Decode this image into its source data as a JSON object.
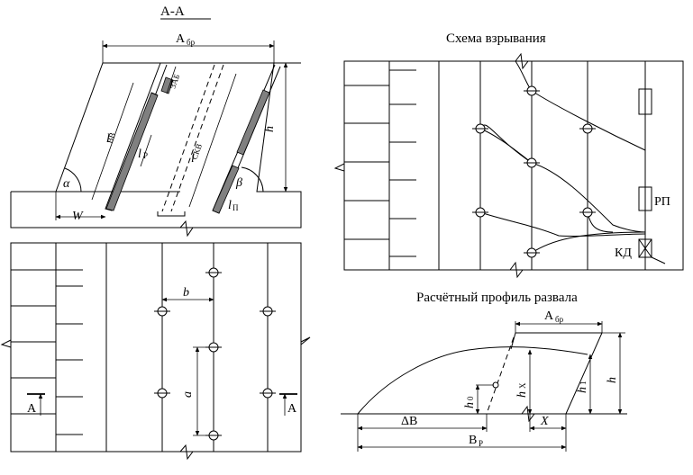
{
  "section_title": "А-А",
  "labels": {
    "a_br": "А",
    "a_br_sub": "бр",
    "h": "h",
    "l_zab": "l",
    "l_zab_sub": "ЗАБ",
    "l_vv": "l",
    "l_vv_sub": "ВВ",
    "l_p": "l",
    "l_p_sub": "Р",
    "l_skv": "l",
    "l_skv_sub": "СКВ",
    "alpha": "α",
    "beta": "β",
    "w": "W",
    "l_sub_small": "l",
    "l_sub_small_sub": "П",
    "b": "b",
    "a": "a",
    "section_left": "А",
    "section_right": "А"
  },
  "blast_scheme": {
    "title": "Схема взрывания",
    "rp": "РП",
    "kd": "КД"
  },
  "profile": {
    "title": "Расчётный профиль развала",
    "a_br": "А",
    "a_br_sub": "бр",
    "h_x": "h",
    "h_x_sub": "X",
    "h_0": "h",
    "h_0_sub": "0",
    "h_1": "h",
    "h_1_sub": "1",
    "h": "h",
    "delta_b": "ΔВ",
    "x": "X",
    "b_p": "В",
    "b_p_sub": "Р"
  }
}
